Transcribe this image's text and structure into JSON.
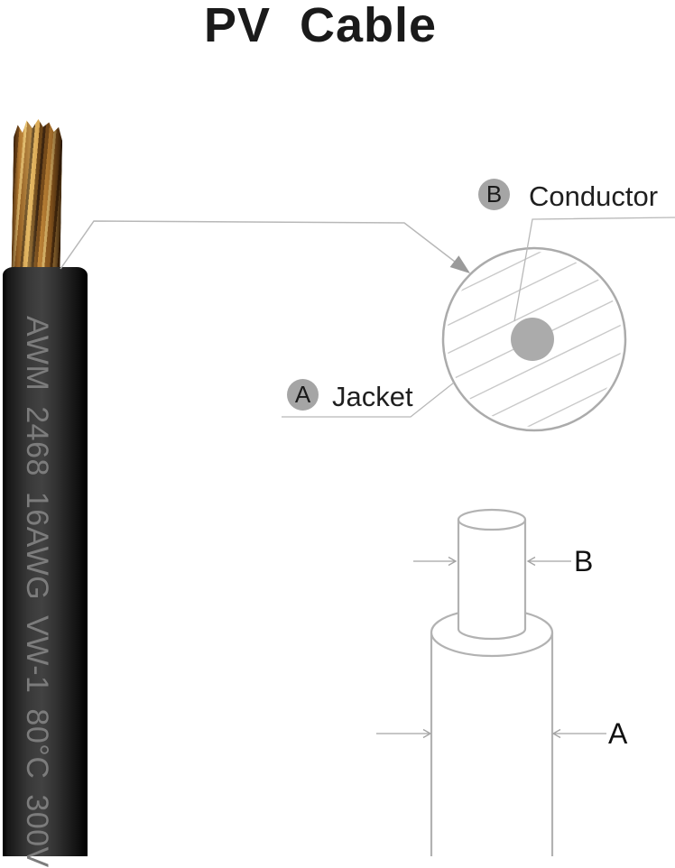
{
  "title": "PV  Cable",
  "cable": {
    "print_text": "AWM 2468 16AWG VW-1 80°C 300V"
  },
  "cross_section": {
    "conductor": {
      "badge": "B",
      "label": "Conductor"
    },
    "jacket": {
      "badge": "A",
      "label": "Jacket"
    }
  },
  "dimensions": {
    "conductor_letter": "B",
    "jacket_letter": "A"
  },
  "colors": {
    "title_text": "#1a1a1a",
    "outline_gray": "#b0b0b0",
    "hatch_gray": "#c9c9c9",
    "conductor_fill": "#ababab",
    "badge_fill": "#a5a5a5",
    "label_text": "#1f1f1f",
    "cable_print": "#7c7c7c",
    "copper_tone": "#c4893a",
    "jacket_black": "#1c1c1c"
  }
}
